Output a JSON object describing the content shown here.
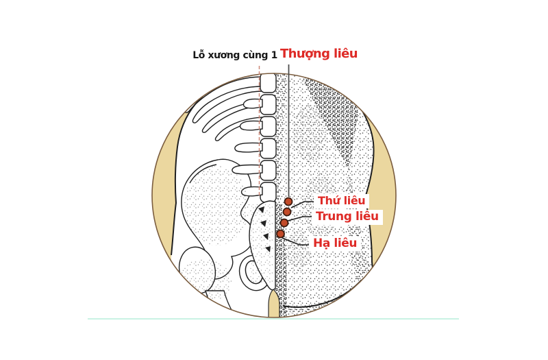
{
  "diagram": {
    "type": "anatomy-acupoint-diagram",
    "labels": {
      "foramen": "Lỗ xương cùng 1",
      "thuong_lieu": "Thượng liêu",
      "thu_lieu": "Thứ liêu",
      "trung_lieu": "Trung liêu",
      "ha_lieu": "Hạ liêu"
    },
    "colors": {
      "label_red": "#de2a26",
      "label_black": "#171717",
      "circle_fill": "#ebd79f",
      "circle_stroke": "#7a5c3e",
      "dot_fill": "#c24a28",
      "dot_stroke": "#3a1b10",
      "pointer_pink": "#cc8878",
      "pointer_gray": "#4d4d4d",
      "connector_black": "#1a1a1a",
      "bottom_rule": "#c9f2e4"
    },
    "acupoint_count": 4
  }
}
